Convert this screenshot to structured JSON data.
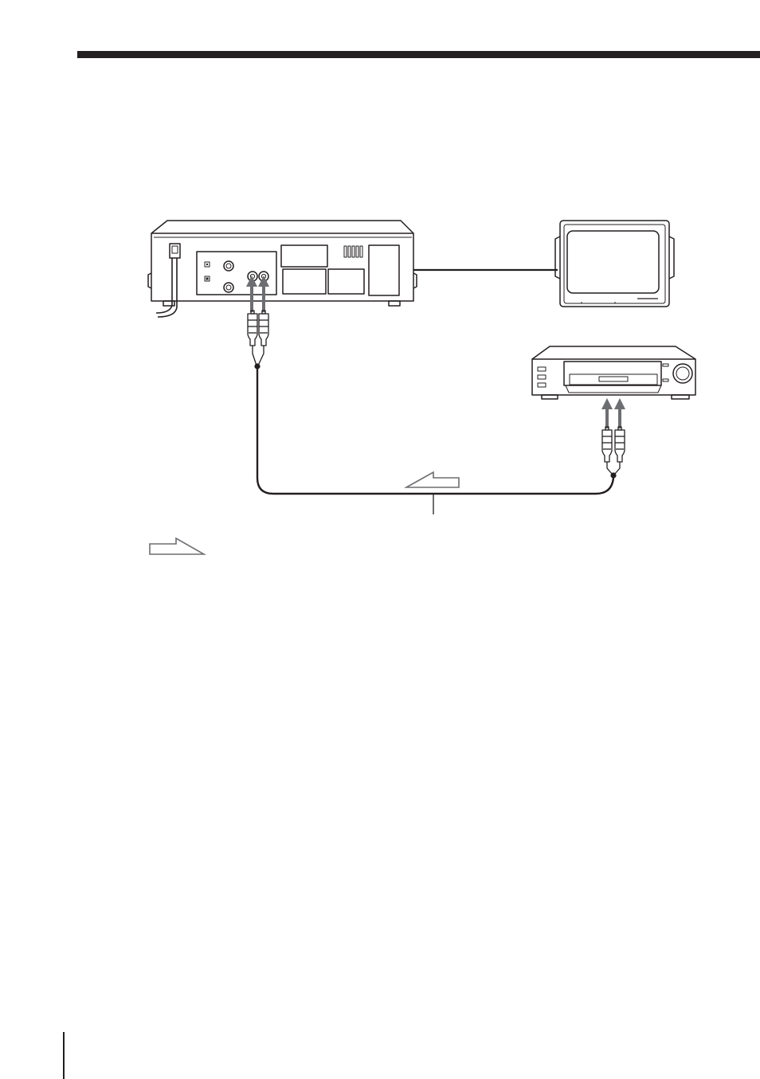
{
  "page": {
    "header_rule": "",
    "margin_rule": ""
  },
  "diagram": {
    "devices": [
      "vcr-rear-panel",
      "television",
      "video-deck"
    ],
    "connection": "audio-video-cable",
    "signal_flow_indicators": [
      "flow-arrow-on-cable",
      "flow-arrow-legend"
    ],
    "colors": {
      "line": "#231f20",
      "plug_arrow": "#6d6e71",
      "background": "#ffffff"
    }
  }
}
